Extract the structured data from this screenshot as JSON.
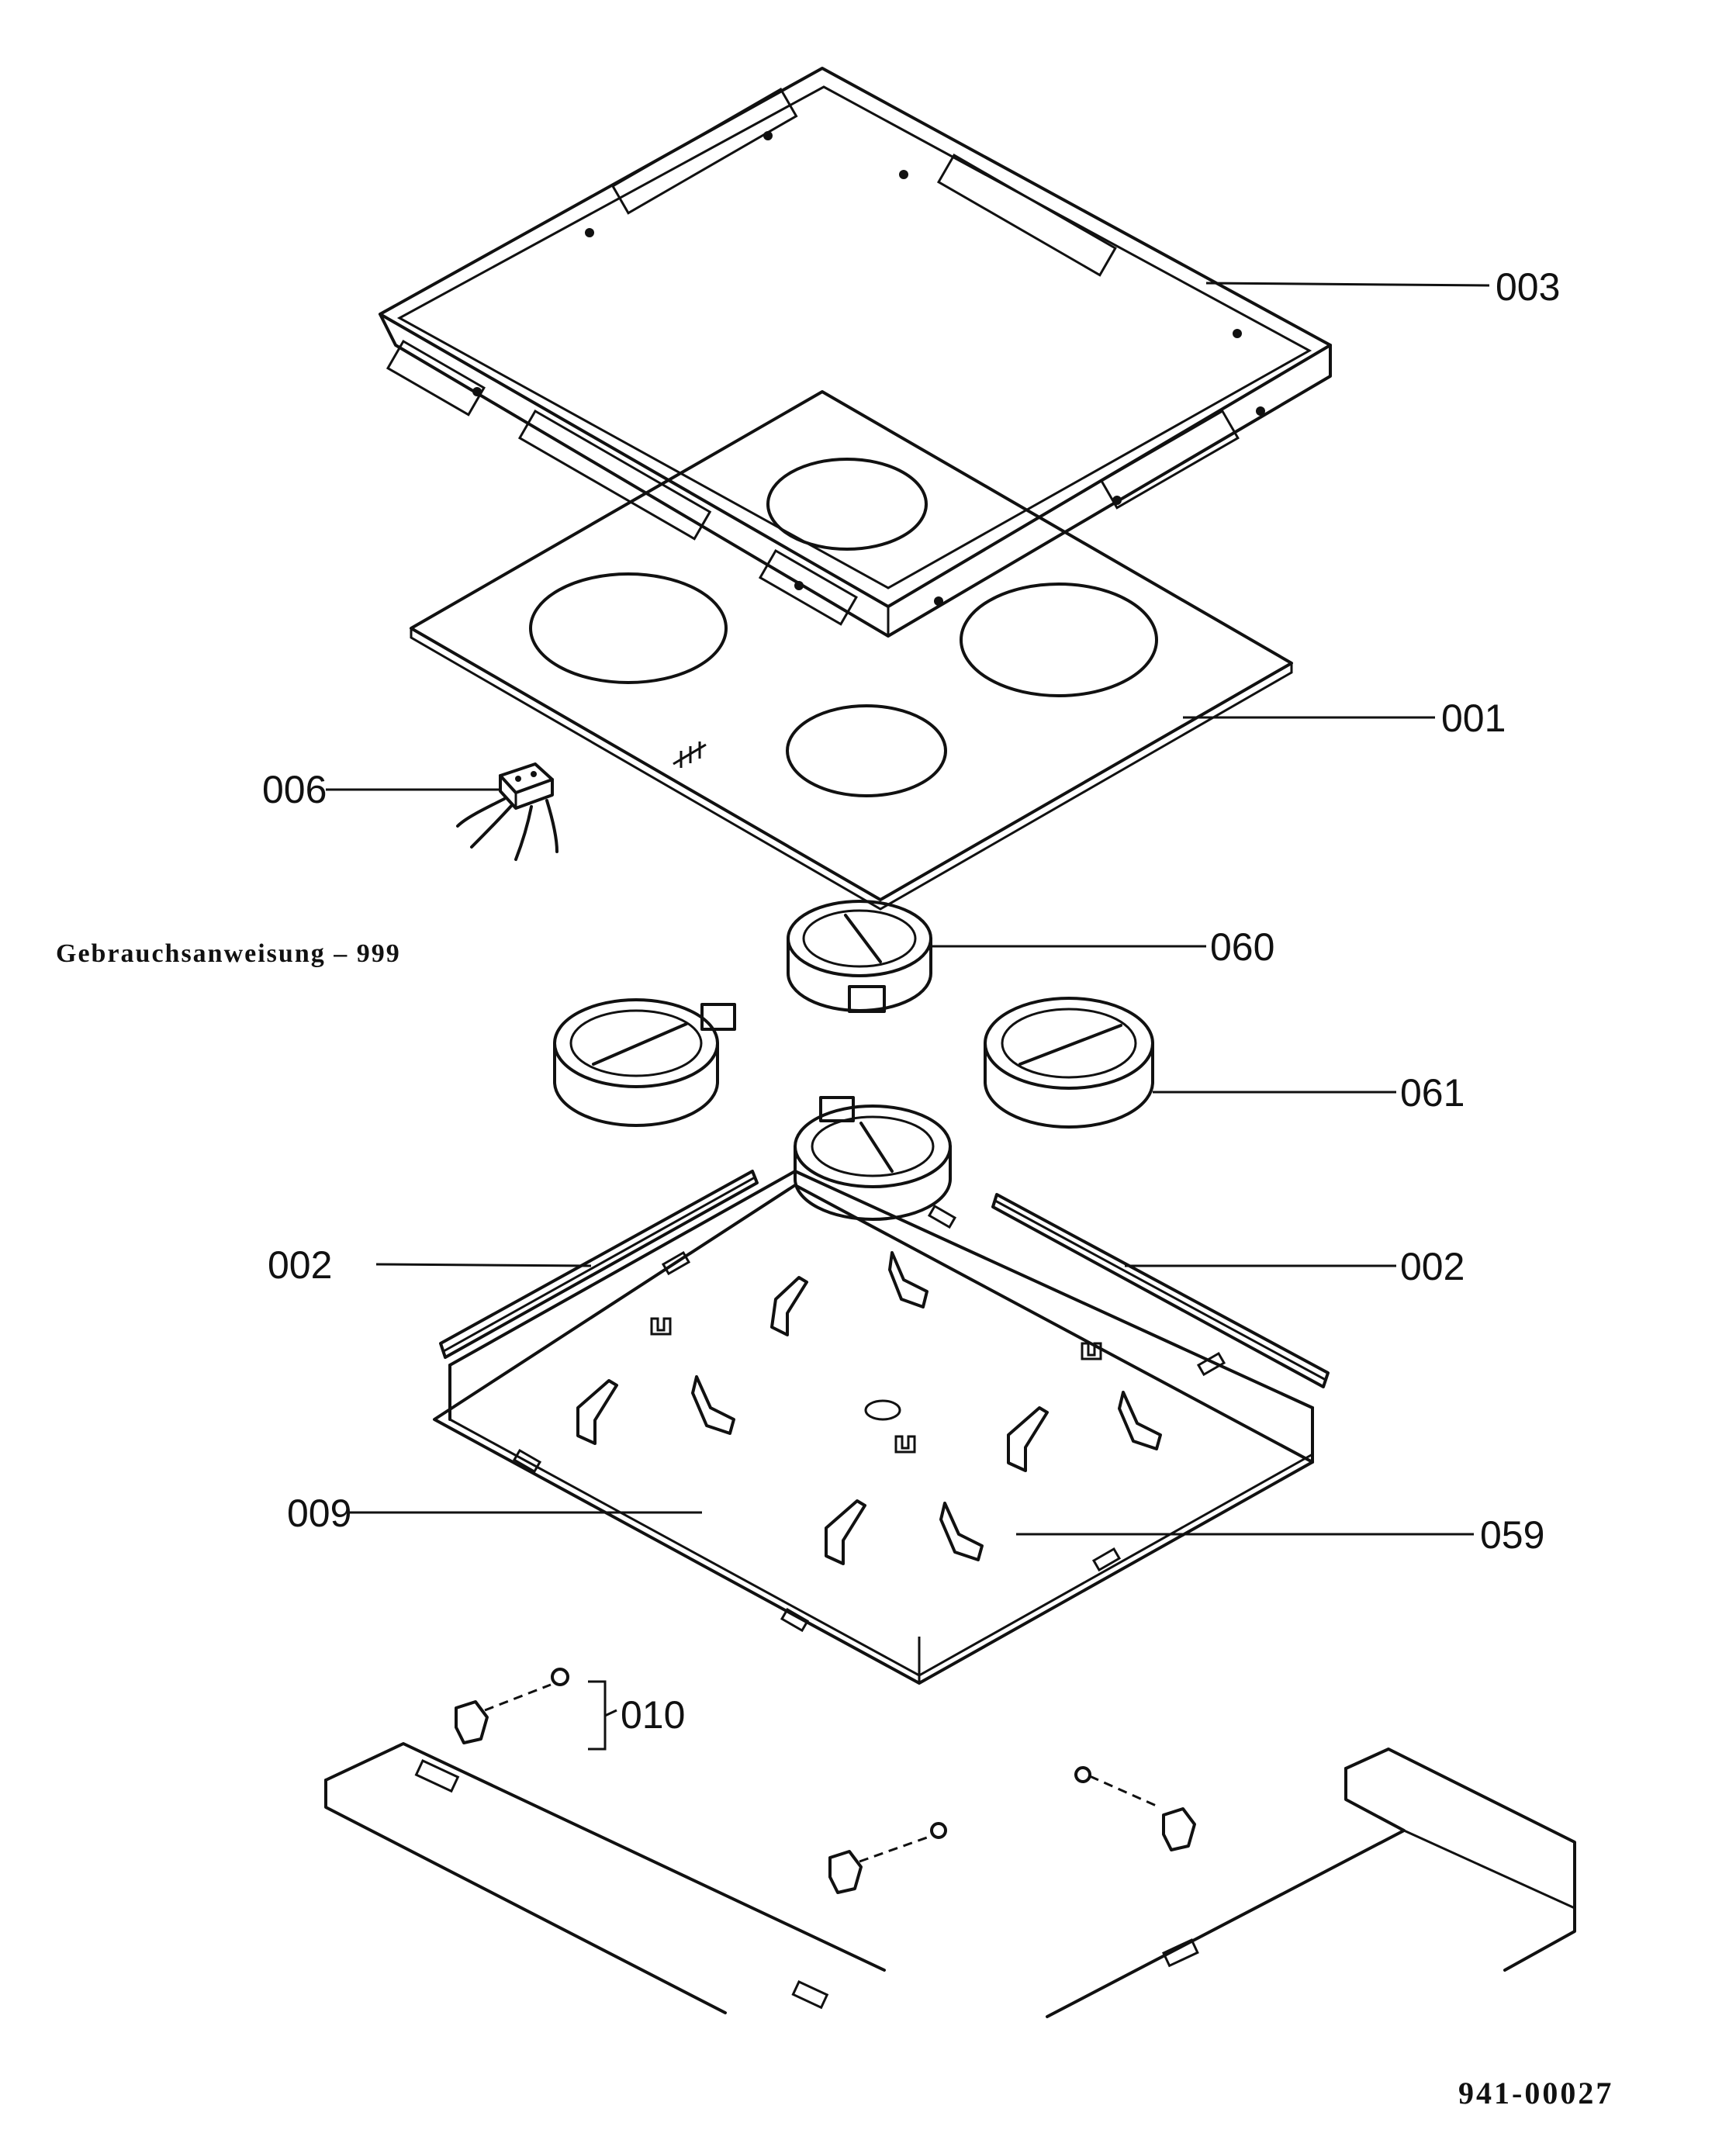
{
  "labels": {
    "frame": "003",
    "glass_top": "001",
    "terminal_block": "006",
    "heater_front": "060",
    "heater_right": "061",
    "rail_left": "002",
    "rail_right": "002",
    "base_pan": "009",
    "clips": "059",
    "fastener_set": "010"
  },
  "note": "Gebrauchsanweisung – 999",
  "drawing_code": "941-00027"
}
